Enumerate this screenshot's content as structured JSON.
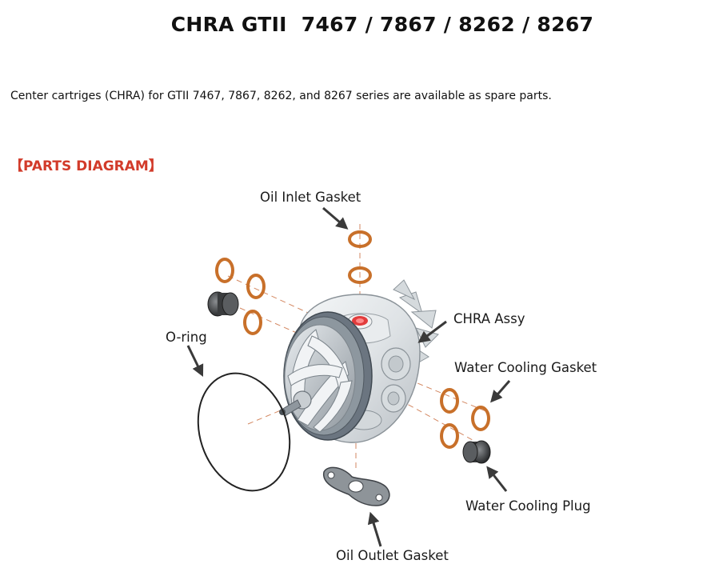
{
  "page": {
    "title": "CHRA GTII  7467 / 7867 / 8262 / 8267",
    "intro": "Center cartriges (CHRA) for GTII 7467, 7867, 8262, and 8267 series are available as spare parts.",
    "section_heading": "【PARTS DIAGRAM】"
  },
  "colors": {
    "heading_accent": "#d23b2a",
    "gasket_copper": "#c8702a",
    "arrow_gray": "#3a3a3a",
    "oil_port_red": "#e23c3c"
  },
  "diagram": {
    "labels": {
      "oil_inlet_gasket": "Oil Inlet Gasket",
      "chra_assy": "CHRA Assy",
      "o_ring": "O-ring",
      "water_cooling_gasket": "Water Cooling Gasket",
      "water_cooling_plug": "Water Cooling Plug",
      "oil_outlet_gasket": "Oil Outlet Gasket"
    }
  }
}
